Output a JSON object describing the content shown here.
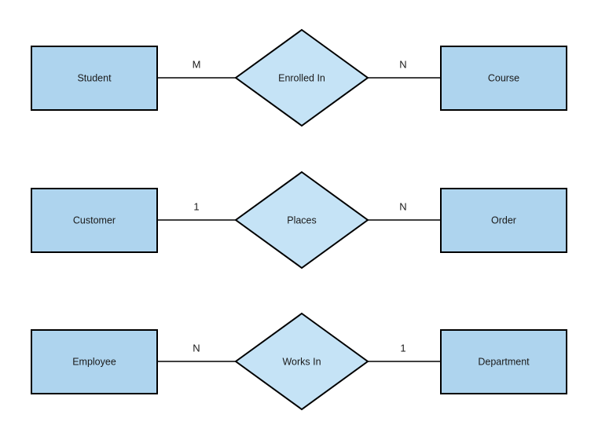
{
  "diagram": {
    "type": "entity-relationship-diagram",
    "background_color": "#ffffff",
    "entity_fill": "#aed4ee",
    "relationship_fill": "#c5e3f6",
    "stroke_color": "#000000",
    "text_color": "#1a1a1a",
    "relationships": [
      {
        "left_entity": "Student",
        "left_cardinality": "M",
        "relationship": "Enrolled In",
        "right_cardinality": "N",
        "right_entity": "Course"
      },
      {
        "left_entity": "Customer",
        "left_cardinality": "1",
        "relationship": "Places",
        "right_cardinality": "N",
        "right_entity": "Order"
      },
      {
        "left_entity": "Employee",
        "left_cardinality": "N",
        "relationship": "Works In",
        "right_cardinality": "1",
        "right_entity": "Department"
      }
    ]
  }
}
